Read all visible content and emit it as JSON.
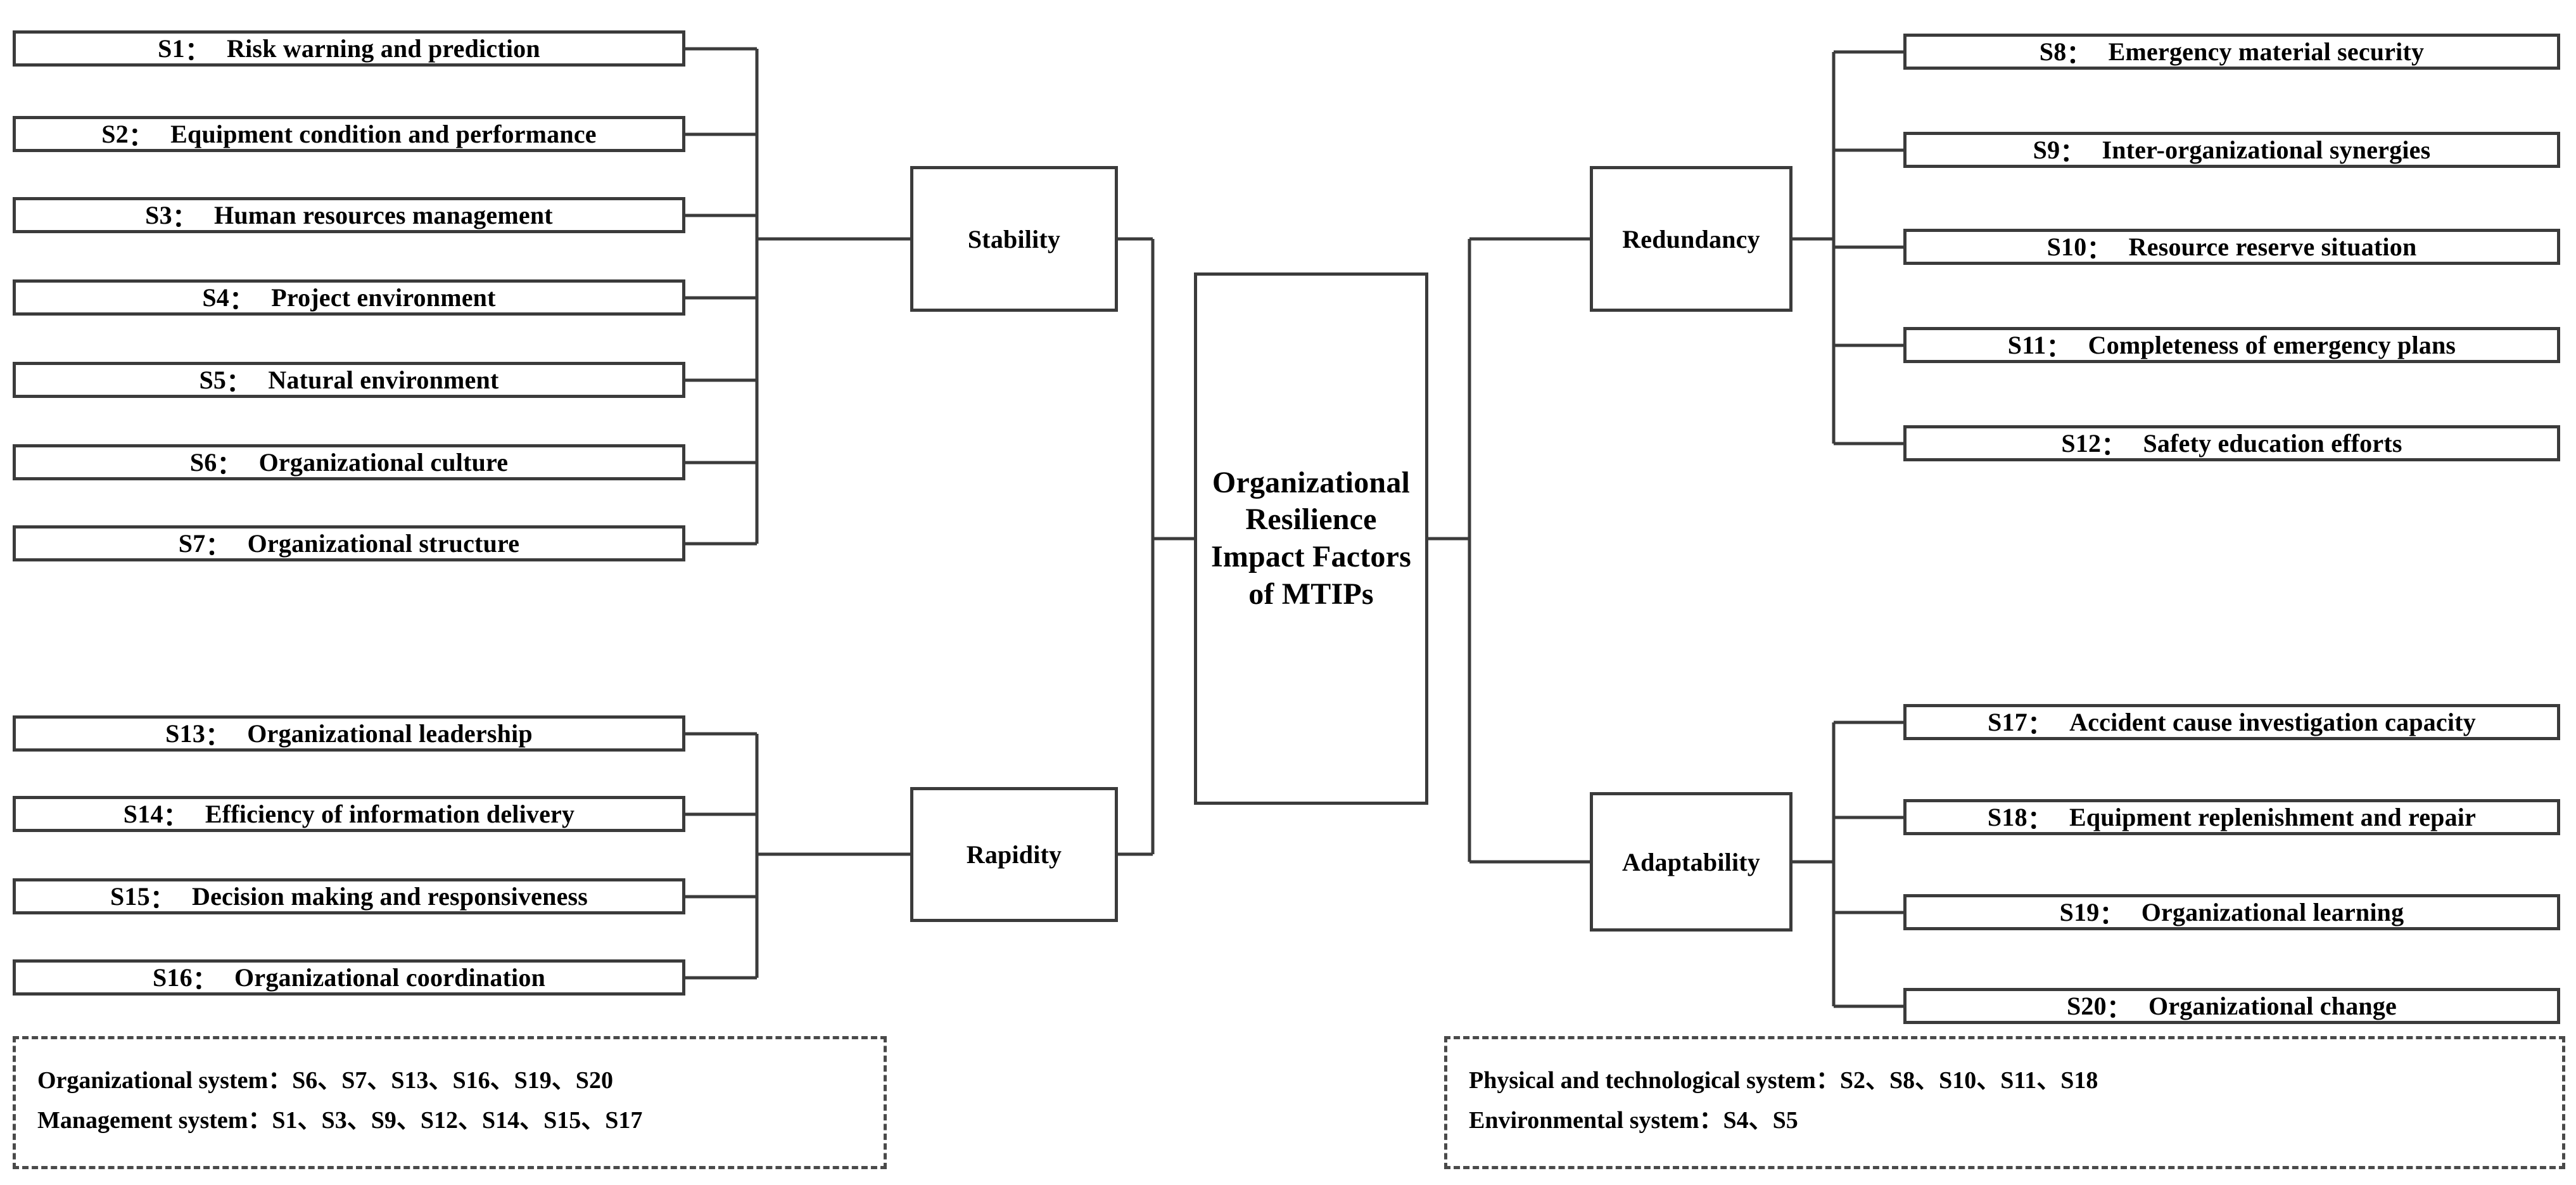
{
  "center": {
    "title_lines": [
      "Organizational",
      "Resilience",
      "Impact Factors",
      "of MTIPs"
    ]
  },
  "dimensions": {
    "stability": "Stability",
    "rapidity": "Rapidity",
    "redundancy": "Redundancy",
    "adaptability": "Adaptability"
  },
  "factors": {
    "stability": [
      {
        "code": "S1",
        "colon": "：",
        "label": "Risk warning and prediction"
      },
      {
        "code": "S2",
        "colon": "：",
        "label": "Equipment condition and performance"
      },
      {
        "code": "S3",
        "colon": "：",
        "label": "Human resources management"
      },
      {
        "code": "S4",
        "colon": "：",
        "label": "Project environment"
      },
      {
        "code": "S5",
        "colon": "：",
        "label": "Natural environment"
      },
      {
        "code": "S6",
        "colon": "：",
        "label": "Organizational culture"
      },
      {
        "code": "S7",
        "colon": "：",
        "label": "Organizational structure"
      }
    ],
    "rapidity": [
      {
        "code": "S13",
        "colon": "：",
        "label": "Organizational leadership"
      },
      {
        "code": "S14",
        "colon": "：",
        "label": "Efficiency of information delivery"
      },
      {
        "code": "S15",
        "colon": "：",
        "label": "Decision making and responsiveness"
      },
      {
        "code": "S16",
        "colon": "：",
        "label": "Organizational coordination"
      }
    ],
    "redundancy": [
      {
        "code": "S8",
        "colon": "：",
        "label": "Emergency material security"
      },
      {
        "code": "S9",
        "colon": "：",
        "label": "Inter-organizational synergies"
      },
      {
        "code": "S10",
        "colon": "：",
        "label": "Resource reserve situation"
      },
      {
        "code": "S11",
        "colon": "：",
        "label": "Completeness of emergency plans"
      },
      {
        "code": "S12",
        "colon": "：",
        "label": "Safety education efforts"
      }
    ],
    "adaptability": [
      {
        "code": "S17",
        "colon": "：",
        "label": "Accident cause investigation capacity"
      },
      {
        "code": "S18",
        "colon": "：",
        "label": "Equipment replenishment and repair"
      },
      {
        "code": "S19",
        "colon": "：",
        "label": "Organizational learning"
      },
      {
        "code": "S20",
        "colon": "：",
        "label": "Organizational change"
      }
    ]
  },
  "legend_left": {
    "line1": "Organizational system：S6、S7、S13、S16、S19、S20",
    "line2": "Management system：S1、S3、S9、S12、S14、S15、S17"
  },
  "legend_right": {
    "line1": "Physical and technological system：S2、S8、S10、S11、S18",
    "line2": "Environmental system：S4、S5"
  },
  "colors": {
    "stroke": "#3b3b3b",
    "legend_stroke": "#4a4a4a",
    "text": "#000000",
    "background": "#ffffff"
  }
}
